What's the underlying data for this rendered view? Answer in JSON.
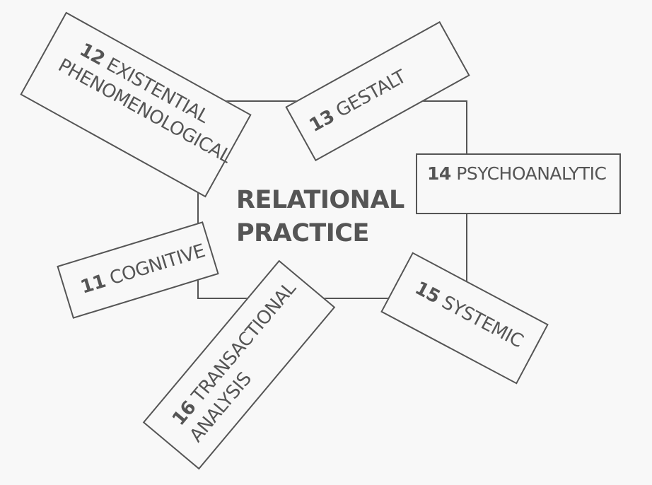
{
  "center": {
    "line1": "RELATIONAL",
    "line2": "PRACTICE"
  },
  "approaches": [
    {
      "number": "12",
      "line1": "EXISTENTIAL",
      "line2": "PHENOMENOLOGICAL"
    },
    {
      "number": "13",
      "line1": "GESTALT"
    },
    {
      "number": "14",
      "line1": "PSYCHOANALYTIC"
    },
    {
      "number": "11",
      "line1": "COGNITIVE"
    },
    {
      "number": "15",
      "line1": "SYSTEMIC"
    },
    {
      "number": "16",
      "line1": "TRANSACTIONAL",
      "line2": "ANALYSIS"
    }
  ],
  "colors": {
    "stroke": "#555555",
    "background": "#f8f8f8"
  }
}
